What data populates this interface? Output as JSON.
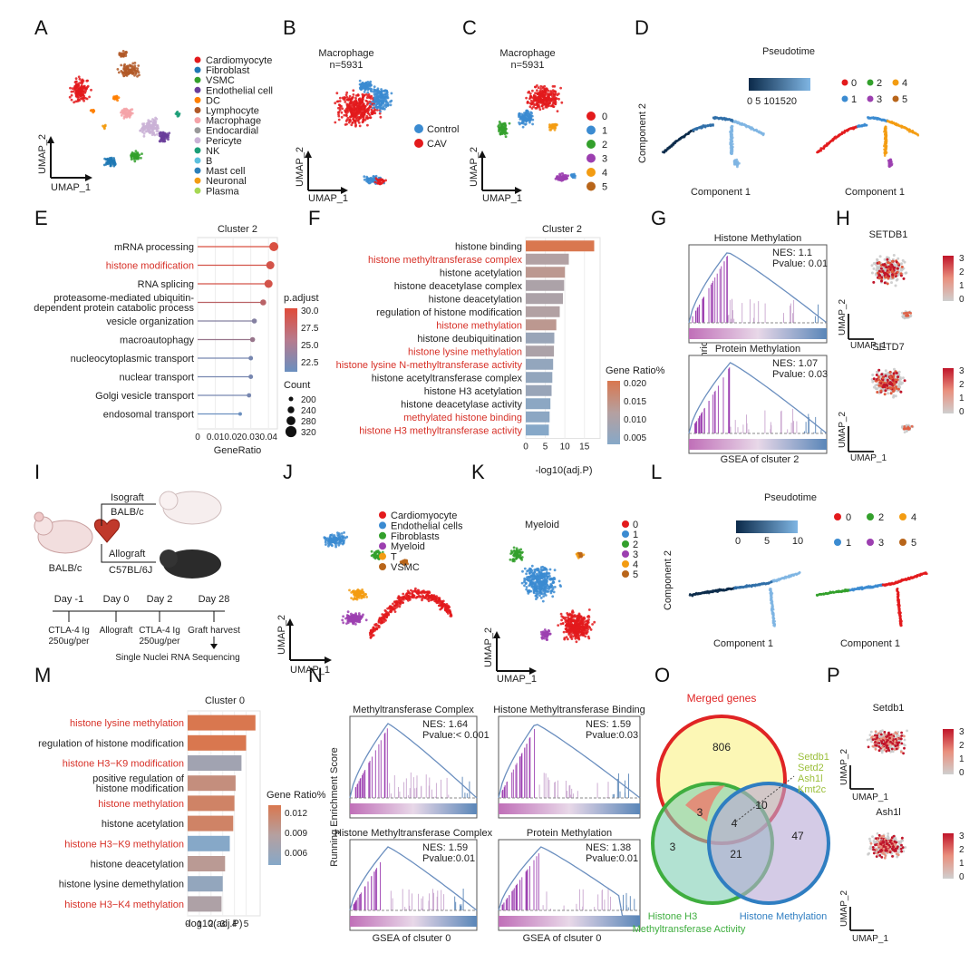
{
  "panel_letters": [
    "A",
    "B",
    "C",
    "D",
    "E",
    "F",
    "G",
    "H",
    "I",
    "J",
    "K",
    "L",
    "M",
    "N",
    "O",
    "P"
  ],
  "colors": {
    "red": "#e31a1c",
    "blue": "#3b8bd1",
    "green": "#33a02c",
    "purple": "#9c3fb0",
    "orange": "#f39c12",
    "brown": "#b8651a",
    "pink": "#f4a3a8",
    "lightblue": "#5bc0de",
    "darkblue": "#0b3b63",
    "histone_red": "#d73027",
    "bar_orange": "#d9774f",
    "bar_grey": "#a9a9a9",
    "bar_blue": "#86a8c8"
  },
  "panelA": {
    "legend": [
      "Cardiomyocyte",
      "Fibroblast",
      "VSMC",
      "Endothelial cell",
      "DC",
      "Lymphocyte",
      "Macrophage",
      "Endocardial",
      "Pericyte",
      "NK",
      "B",
      "Mast cell",
      "Neuronal",
      "Plasma"
    ],
    "legend_colors": [
      "#e31a1c",
      "#1f78b4",
      "#33a02c",
      "#6a3d9a",
      "#ff7f00",
      "#b15928",
      "#f4a3a8",
      "#999999",
      "#cab2d6",
      "#1b9e77",
      "#5bc0de",
      "#2c7fb8",
      "#f39c12",
      "#a6d854"
    ],
    "xlabel": "UMAP_1",
    "ylabel": "UMAP_2"
  },
  "panelB": {
    "title": "Macrophage",
    "subtitle": "n=5931",
    "legend": [
      "Control",
      "CAV"
    ],
    "legend_colors": [
      "#3b8bd1",
      "#e31a1c"
    ],
    "xlabel": "UMAP_1",
    "ylabel": "UMAP_2"
  },
  "panelC": {
    "title": "Macrophage",
    "subtitle": "n=5931",
    "legend": [
      "0",
      "1",
      "2",
      "3",
      "4",
      "5"
    ],
    "legend_colors": [
      "#e31a1c",
      "#3b8bd1",
      "#33a02c",
      "#9c3fb0",
      "#f39c12",
      "#b8651a"
    ],
    "xlabel": "UMAP_1",
    "ylabel": "UMAP_2"
  },
  "panelD": {
    "title": "Pseudotime",
    "colorbar_ticks": "0 5 101520",
    "cluster_labels": [
      "0",
      "2",
      "4",
      "1",
      "3",
      "5"
    ],
    "xlabel": "Component 1",
    "xlabel2": "Component 1",
    "ylabel": "Component 2"
  },
  "chart_data": [
    {
      "type": "scatter",
      "panel": "E",
      "title": "Cluster 2",
      "categories": [
        "mRNA processing",
        "histone modification",
        "RNA splicing",
        "proteasome-mediated ubiquitin-dependent protein catabolic process",
        "vesicle organization",
        "macroautophagy",
        "nucleocytoplasmic transport",
        "nuclear transport",
        "Golgi vesicle transport",
        "endosomal transport"
      ],
      "category_lines": [
        [
          "mRNA processing"
        ],
        [
          "histone modification"
        ],
        [
          "RNA splicing"
        ],
        [
          "proteasome-mediated ubiquitin-",
          "dependent protein catabolic process"
        ],
        [
          "vesicle organization"
        ],
        [
          "macroautophagy"
        ],
        [
          "nucleocytoplasmic transport"
        ],
        [
          "nuclear transport"
        ],
        [
          "Golgi vesicle transport"
        ],
        [
          "endosomal transport"
        ]
      ],
      "highlight": [
        false,
        true,
        false,
        false,
        false,
        false,
        false,
        false,
        false,
        false
      ],
      "x": [
        0.043,
        0.041,
        0.04,
        0.037,
        0.032,
        0.031,
        0.03,
        0.03,
        0.029,
        0.024
      ],
      "size": [
        320,
        300,
        300,
        250,
        230,
        230,
        220,
        220,
        215,
        200
      ],
      "padjust": [
        30.5,
        30.0,
        30.0,
        28.0,
        24.0,
        25.5,
        23.0,
        23.0,
        23.0,
        22.0
      ],
      "xlabel": "GeneRatio",
      "xticks": [
        "0",
        "0.01",
        "0.02",
        "0.03",
        "0.04"
      ],
      "xlim": [
        0,
        0.045
      ],
      "legend_color_title": "p.adjust",
      "legend_color_ticks": [
        "30.0",
        "27.5",
        "25.0",
        "22.5"
      ],
      "legend_size_title": "Count",
      "legend_size_ticks": [
        "200",
        "240",
        "280",
        "320"
      ]
    },
    {
      "type": "bar",
      "panel": "F",
      "title": "Cluster 2",
      "categories": [
        "histone binding",
        "histone methyltransferase complex",
        "histone acetylation",
        "histone deacetylase complex",
        "histone deacetylation",
        "regulation of histone modification",
        "histone methylation",
        "histone deubiquitination",
        "histone lysine methylation",
        "histone lysine N-methyltransferase activity",
        "histone acetyltransferase complex",
        "histone H3 acetylation",
        "histone deacetylase activity",
        "methylated histone binding",
        "histone H3 methyltransferase activity"
      ],
      "highlight": [
        false,
        true,
        false,
        false,
        false,
        false,
        true,
        false,
        true,
        true,
        false,
        false,
        false,
        true,
        true
      ],
      "values": [
        17.5,
        11.0,
        10.0,
        9.8,
        9.5,
        8.7,
        7.8,
        7.3,
        7.2,
        7.0,
        6.8,
        6.6,
        6.3,
        6.1,
        5.9
      ],
      "gene_ratio": [
        0.021,
        0.012,
        0.014,
        0.011,
        0.011,
        0.012,
        0.014,
        0.008,
        0.011,
        0.007,
        0.007,
        0.008,
        0.006,
        0.006,
        0.005
      ],
      "xlabel": "-log10(adj.P)",
      "xticks": [
        "0",
        "5",
        "10",
        "15"
      ],
      "xlim": [
        0,
        19
      ],
      "legend_title": "Gene Ratio%",
      "legend_ticks": [
        "0.020",
        "0.015",
        "0.010",
        "0.005"
      ]
    },
    {
      "type": "bar",
      "panel": "M",
      "title": "Cluster 0",
      "categories": [
        "histone lysine methylation",
        "regulation of histone modification",
        "histone H3−K9 modification",
        "positive regulation of histone modification",
        "histone methylation",
        "histone acetylation",
        "histone H3−K9 methylation",
        "histone deacetylation",
        "histone lysine demethylation",
        "histone H3−K4 methylation"
      ],
      "category_lines": [
        [
          "histone lysine methylation"
        ],
        [
          "regulation of histone modification"
        ],
        [
          "histone H3−K9 modification"
        ],
        [
          "positive regulation of",
          "histone modification"
        ],
        [
          "histone methylation"
        ],
        [
          "histone acetylation"
        ],
        [
          "histone H3−K9 methylation"
        ],
        [
          "histone deacetylation"
        ],
        [
          "histone lysine demethylation"
        ],
        [
          "histone H3−K4 methylation"
        ]
      ],
      "highlight": [
        true,
        false,
        true,
        false,
        true,
        false,
        true,
        false,
        false,
        true
      ],
      "values": [
        5.8,
        5.0,
        4.6,
        4.1,
        4.0,
        3.9,
        3.6,
        3.2,
        3.0,
        2.9
      ],
      "gene_ratio": [
        0.013,
        0.013,
        0.008,
        0.011,
        0.012,
        0.012,
        0.006,
        0.01,
        0.007,
        0.009
      ],
      "xlabel": "-log10(adj.P)",
      "xticks": [
        "0",
        "1",
        "2",
        "3",
        "4",
        "5"
      ],
      "xlim": [
        0,
        6.2
      ],
      "legend_title": "Gene Ratio%",
      "legend_ticks": [
        "0.012",
        "0.009",
        "0.006"
      ]
    }
  ],
  "panelG": {
    "plots": [
      {
        "title": "Histone Methylation",
        "nes": "NES: 1.1",
        "pval": "Pvalue: 0.01"
      },
      {
        "title": "Protein Methylation",
        "nes": "NES: 1.07",
        "pval": "Pvalue: 0.03"
      }
    ],
    "ylabel": "Running Enrichment Score",
    "xlabel": "GSEA of clsuter 2"
  },
  "panelH": {
    "genes": [
      "SETDB1",
      "SETD7"
    ],
    "ticks": [
      "3",
      "2",
      "1",
      "0"
    ],
    "xlabel": "UMAP_1",
    "ylabel": "UMAP_2"
  },
  "panelI": {
    "donor": "BALB/c",
    "iso_label": "Isograft",
    "iso_strain": "BALB/c",
    "allo_label": "Allograft",
    "allo_strain": "C57BL/6J",
    "timeline": [
      "Day -1",
      "Day 0",
      "Day 2",
      "Day 28"
    ],
    "events": [
      "CTLA-4 Ig",
      "Allograft",
      "CTLA-4 Ig",
      "Graft harvest"
    ],
    "doses": [
      "250ug/per",
      "250ug/per"
    ],
    "final": "Single Nuclei RNA Sequencing"
  },
  "panelJ": {
    "legend": [
      "Cardiomyocyte",
      "Endothelial cells",
      "Fibroblasts",
      "Myeloid",
      "T",
      "VSMC"
    ],
    "legend_colors": [
      "#e31a1c",
      "#3b8bd1",
      "#33a02c",
      "#9c3fb0",
      "#f39c12",
      "#b8651a"
    ],
    "xlabel": "UMAP_1",
    "ylabel": "UMAP_2"
  },
  "panelK": {
    "title": "Myeloid",
    "legend": [
      "0",
      "1",
      "2",
      "3",
      "4",
      "5"
    ],
    "legend_colors": [
      "#e31a1c",
      "#3b8bd1",
      "#33a02c",
      "#9c3fb0",
      "#f39c12",
      "#b8651a"
    ],
    "xlabel": "UMAP_1",
    "ylabel": "UMAP_2"
  },
  "panelL": {
    "title": "Pseudotime",
    "colorbar_ticks": [
      "0",
      "5",
      "10"
    ],
    "cluster_labels": [
      "0",
      "2",
      "4",
      "1",
      "3",
      "5"
    ],
    "xlabel": "Component 1",
    "xlabel2": "Component 1",
    "ylabel": "Component 2"
  },
  "panelN": {
    "plots": [
      {
        "title": "Methyltransferase Complex",
        "nes": "NES: 1.64",
        "pval": "Pvalue:< 0.001"
      },
      {
        "title": "Histone Methyltransferase Binding",
        "nes": "NES: 1.59",
        "pval": "Pvalue:0.03"
      },
      {
        "title": "Histone Methyltransferase Complex",
        "nes": "NES: 1.59",
        "pval": "Pvalue:0.01"
      },
      {
        "title": "Protein Methylation",
        "nes": "NES: 1.38",
        "pval": "Pvalue:0.01"
      }
    ],
    "ylabel": "Running Enrichment Score",
    "xlabels": [
      "GSEA of clsuter 0",
      "GSEA of clsuter 0"
    ]
  },
  "panelO": {
    "sets": [
      "Merged genes",
      "Histone H3",
      "Methyltransferase Activity",
      "Histone Methylation"
    ],
    "counts": [
      "806",
      "3",
      "4",
      "10",
      "3",
      "21",
      "47"
    ],
    "genes": [
      "Setdb1",
      "Setd2",
      "Ash1l",
      "Kmt2c"
    ]
  },
  "panelP": {
    "genes": [
      "Setdb1",
      "Ash1l"
    ],
    "ticks": [
      "3",
      "2",
      "1",
      "0"
    ],
    "xlabel": "UMAP_1",
    "ylabel": "UMAP_2"
  }
}
